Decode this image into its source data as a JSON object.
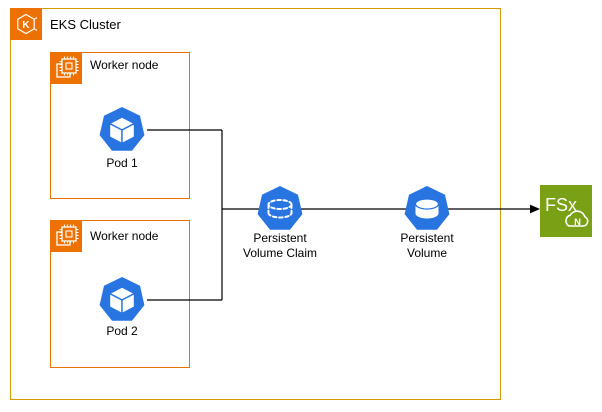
{
  "cluster": {
    "title": "EKS Cluster",
    "icon_letter": "K"
  },
  "workers": [
    {
      "label": "Worker node",
      "pod": "Pod 1"
    },
    {
      "label": "Worker node",
      "pod": "Pod 2"
    }
  ],
  "storage": {
    "pvc_label": "Persistent\nVolume Claim",
    "pv_label": "Persistent\nVolume"
  },
  "fsx": {
    "label": "FSx",
    "badge": "N"
  },
  "colors": {
    "cluster_border": "#D79B00",
    "worker_border": "#ED7100",
    "aws_orange": "#ED7100",
    "kubernetes_blue": "#2875E2",
    "fsx_green": "#7AA116",
    "connector": "#000000"
  },
  "icons": {
    "eks": "eks-cluster-icon",
    "worker": "cpu-icon",
    "pod": "pod-icon",
    "pvc": "persistent-volume-claim-icon",
    "pv": "persistent-volume-icon",
    "fsx": "fsx-netapp-ontap-icon"
  }
}
